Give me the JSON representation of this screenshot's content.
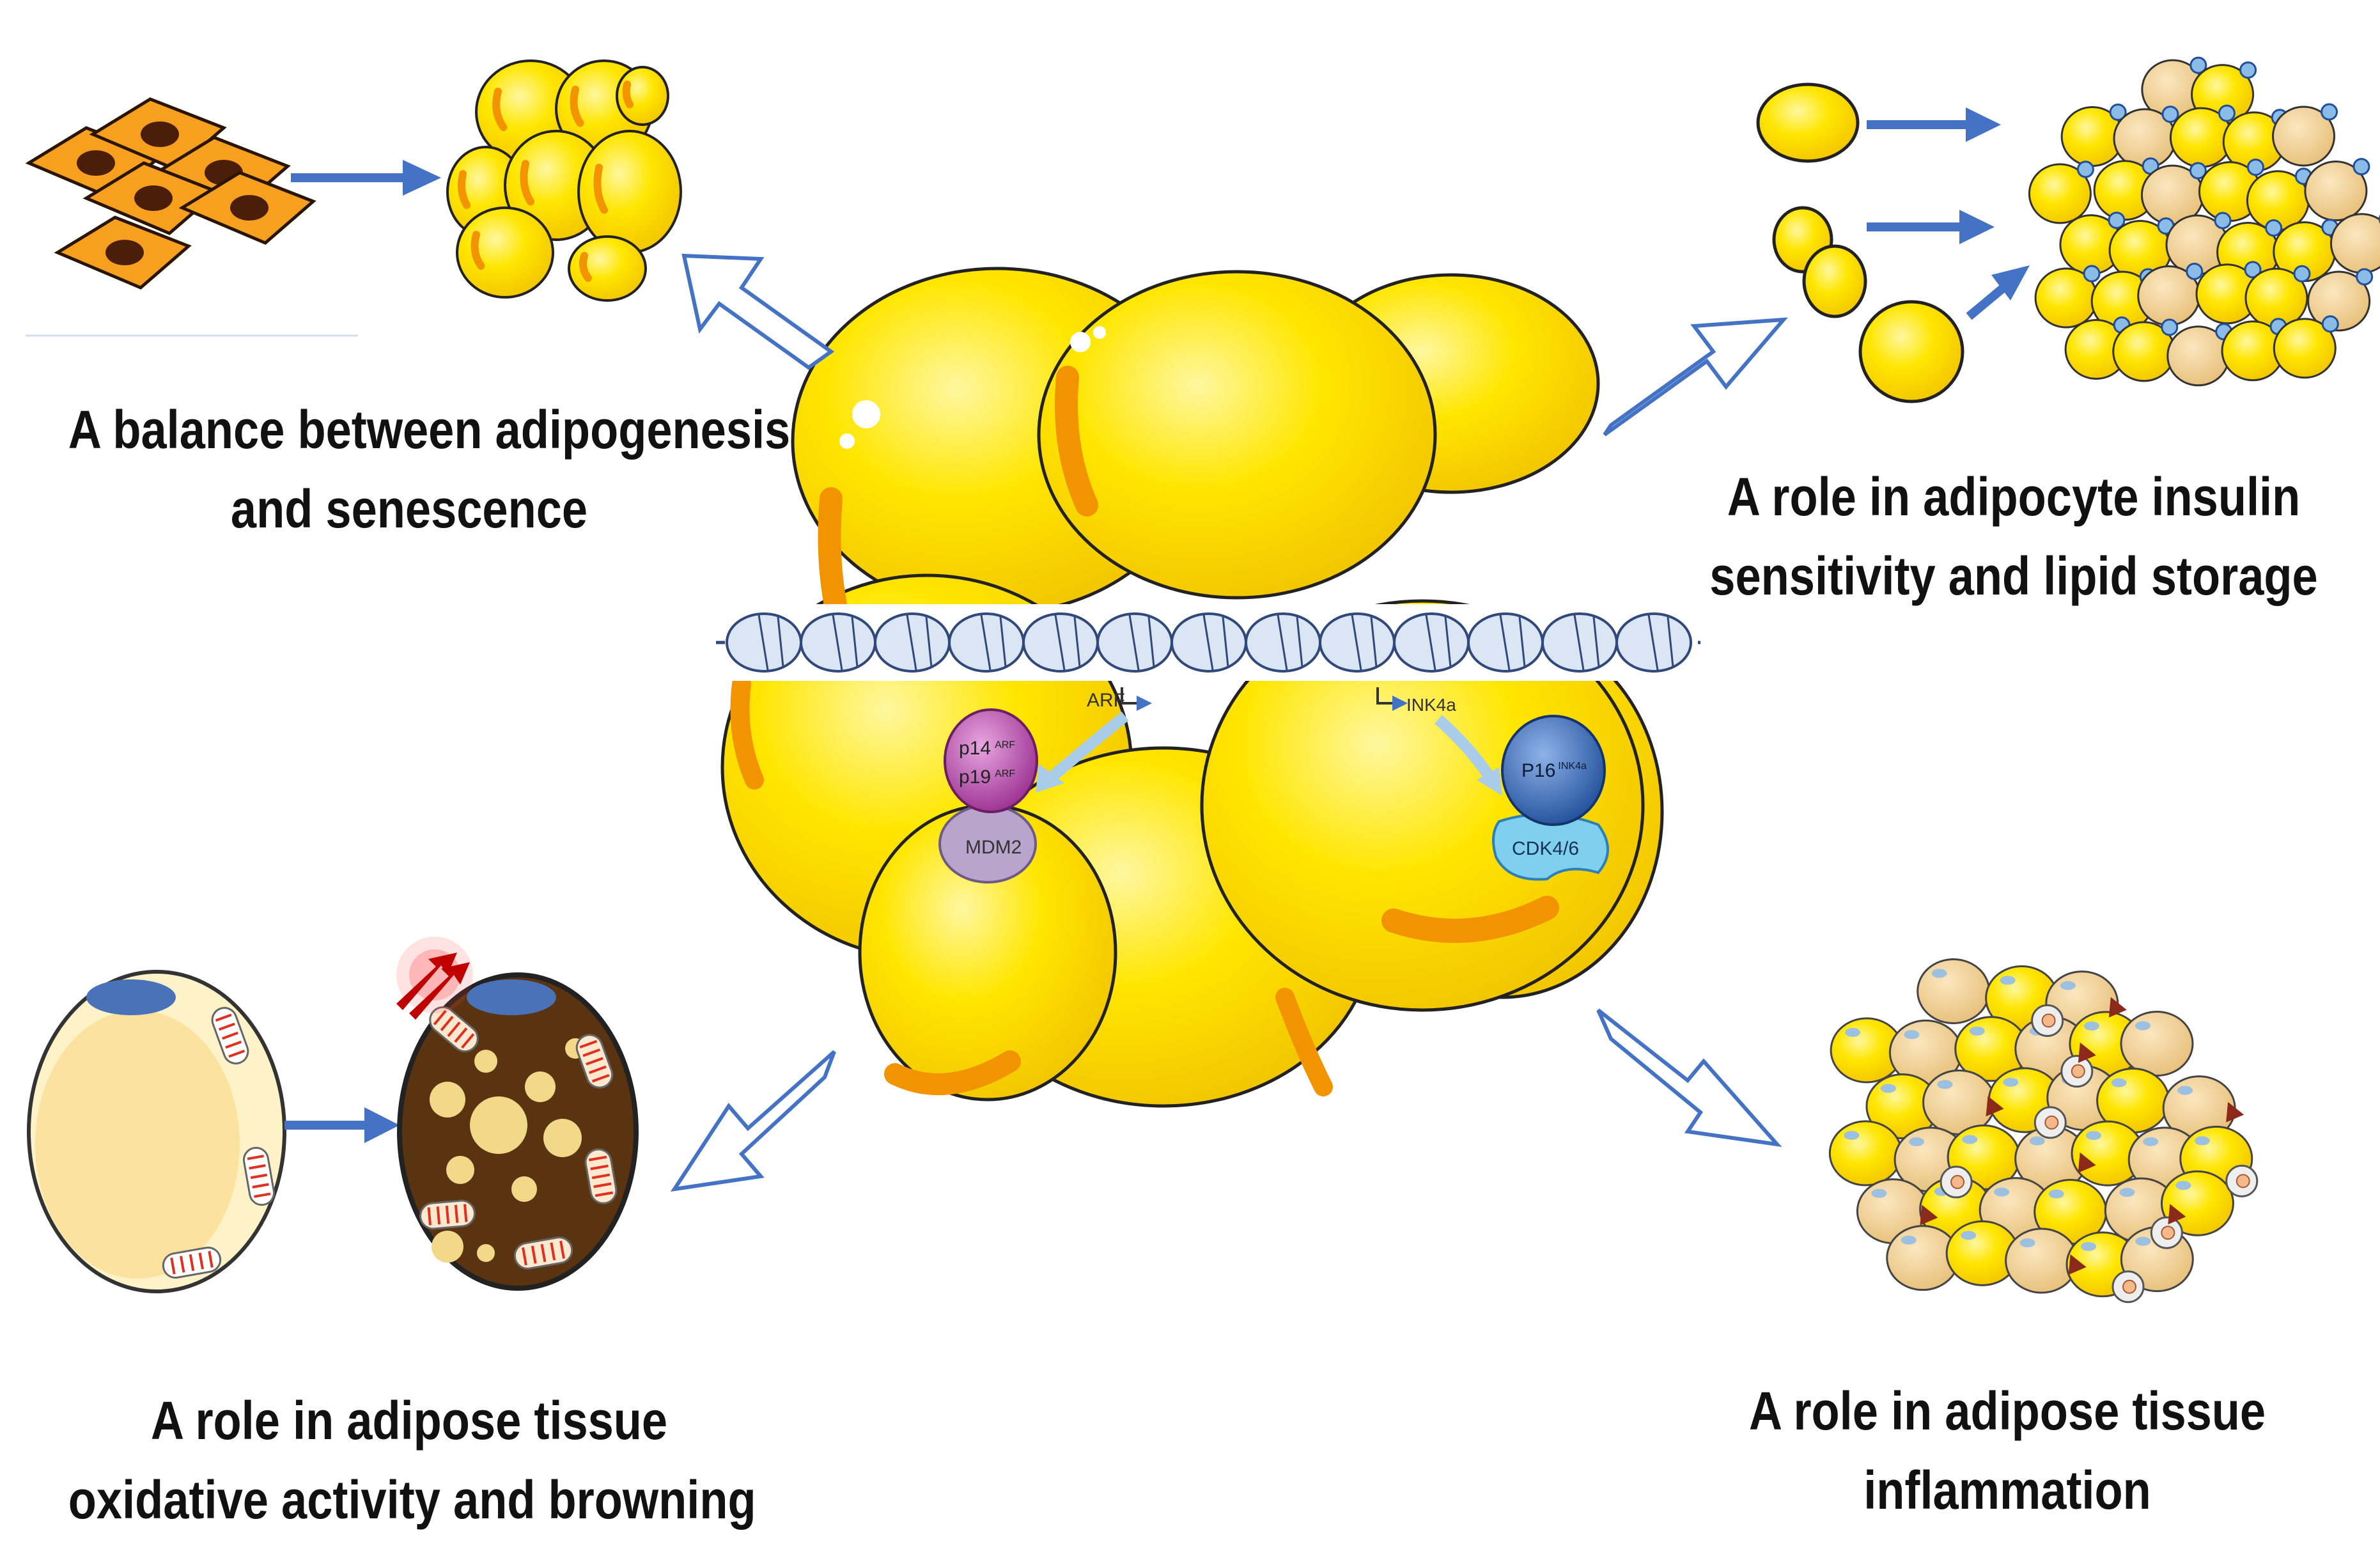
{
  "captions": {
    "top_left": [
      "A balance between adipogenesis",
      "and senescence"
    ],
    "top_right": [
      "A role in adipocyte insulin",
      "sensitivity and lipid storage"
    ],
    "bottom_left": [
      "A role in adipose  tissue",
      "oxidative activity and browning"
    ],
    "bottom_right": [
      "A role in adipose tissue",
      "inflammation"
    ]
  },
  "center_labels": {
    "arf_gene": "ARF",
    "ink4a_gene": "INK4a",
    "p14": "p14",
    "p14_sup": "ARF",
    "p19": "p19",
    "p19_sup": "ARF",
    "mdm2": "MDM2",
    "p16": "P16",
    "p16_sup": "INK4a",
    "cdk": "CDK4/6"
  },
  "colors": {
    "fat_yellow": "#ffe600",
    "fat_orange": "#f29400",
    "arrow_blue": "#4472c4",
    "outline": "#222222",
    "brown_fat": "#5a3410",
    "beige": "#f0cf90"
  }
}
